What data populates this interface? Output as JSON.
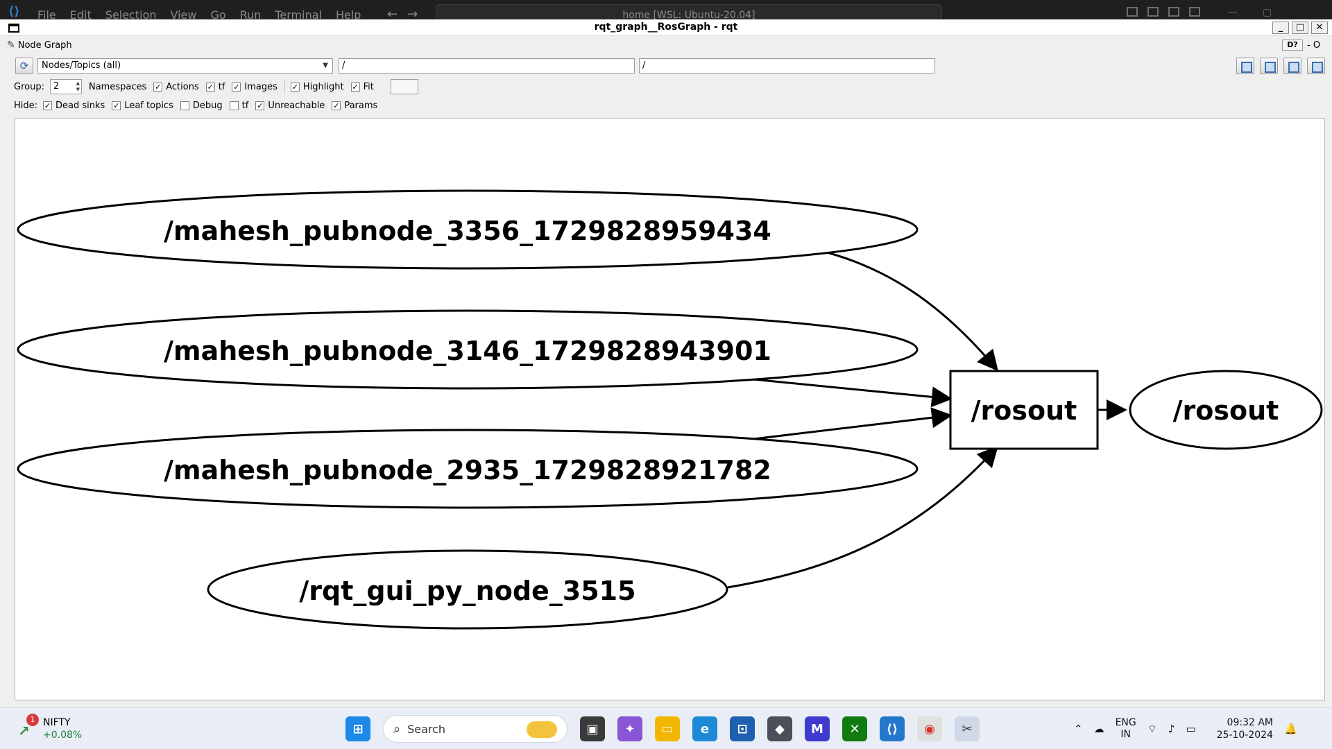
{
  "vscode": {
    "menu": [
      "File",
      "Edit",
      "Selection",
      "View",
      "Go",
      "Run",
      "Terminal",
      "Help"
    ],
    "command_center": "home [WSL: Ubuntu-20.04]"
  },
  "window": {
    "title": "rqt_graph__RosGraph - rqt"
  },
  "dock": {
    "title": "Node Graph",
    "right_label": "- O",
    "help_label": "D?"
  },
  "toolbar": {
    "combo_value": "Nodes/Topics (all)",
    "node_filter": "/",
    "topic_filter": "/",
    "group_label": "Group:",
    "group_value": "2",
    "row2_checks": [
      {
        "label": "Namespaces",
        "checked": false,
        "show_box": false
      },
      {
        "label": "Actions",
        "checked": true
      },
      {
        "label": "tf",
        "checked": true
      },
      {
        "label": "Images",
        "checked": true
      },
      {
        "label": "Highlight",
        "checked": true
      },
      {
        "label": "Fit",
        "checked": true
      }
    ],
    "hide_label": "Hide:",
    "hide_checks": [
      {
        "label": "Dead sinks",
        "checked": true
      },
      {
        "label": "Leaf topics",
        "checked": true
      },
      {
        "label": "Debug",
        "checked": false
      },
      {
        "label": "tf",
        "checked": false
      },
      {
        "label": "Unreachable",
        "checked": true
      },
      {
        "label": "Params",
        "checked": true
      }
    ]
  },
  "graph": {
    "nodes": [
      {
        "id": "n1",
        "label": "/mahesh_pubnode_3356_1729828959434",
        "shape": "ellipse"
      },
      {
        "id": "n2",
        "label": "/mahesh_pubnode_3146_1729828943901",
        "shape": "ellipse"
      },
      {
        "id": "n3",
        "label": "/mahesh_pubnode_2935_1729828921782",
        "shape": "ellipse"
      },
      {
        "id": "n4",
        "label": "/rqt_gui_py_node_3515",
        "shape": "ellipse"
      },
      {
        "id": "t1",
        "label": "/rosout",
        "shape": "box"
      },
      {
        "id": "n5",
        "label": "/rosout",
        "shape": "ellipse"
      }
    ],
    "edges": [
      {
        "from": "n1",
        "to": "t1"
      },
      {
        "from": "n2",
        "to": "t1"
      },
      {
        "from": "n3",
        "to": "t1"
      },
      {
        "from": "n4",
        "to": "t1"
      },
      {
        "from": "t1",
        "to": "n5"
      }
    ]
  },
  "taskbar": {
    "stock_name": "NIFTY",
    "stock_change": "+0.08%",
    "stock_badge": "1",
    "search_placeholder": "Search",
    "lang_top": "ENG",
    "lang_bottom": "IN",
    "time": "09:32 AM",
    "date": "25-10-2024"
  }
}
